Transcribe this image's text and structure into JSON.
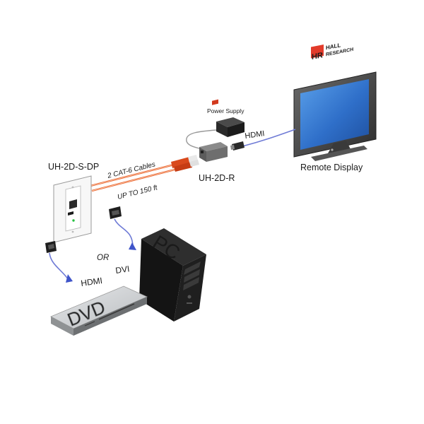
{
  "labels": {
    "power_supply": "Power Supply",
    "hdmi_display": "HDMI",
    "remote_display": "Remote Display",
    "transmitter": "UH-2D-S-DP",
    "cables": "2 CAT-6 Cables",
    "distance": "UP TO 150 ft",
    "receiver": "UH-2D-R",
    "or": "OR",
    "hdmi_source": "HDMI",
    "dvi_source": "DVI",
    "dvd": "DVD",
    "pc": "PC"
  },
  "logo": {
    "mark": "HR",
    "line1": "HALL",
    "line2": "RESEARCH"
  },
  "colors": {
    "cat6": "#e8622a",
    "hdmi_cable": "#6f7bd6",
    "arrow": "#3f54c9",
    "device_dark": "#1f1f1f",
    "dvd_face": "#c9cbcd",
    "receiver_red": "#d23a1e",
    "screen_blue": "#2f6fc9"
  }
}
